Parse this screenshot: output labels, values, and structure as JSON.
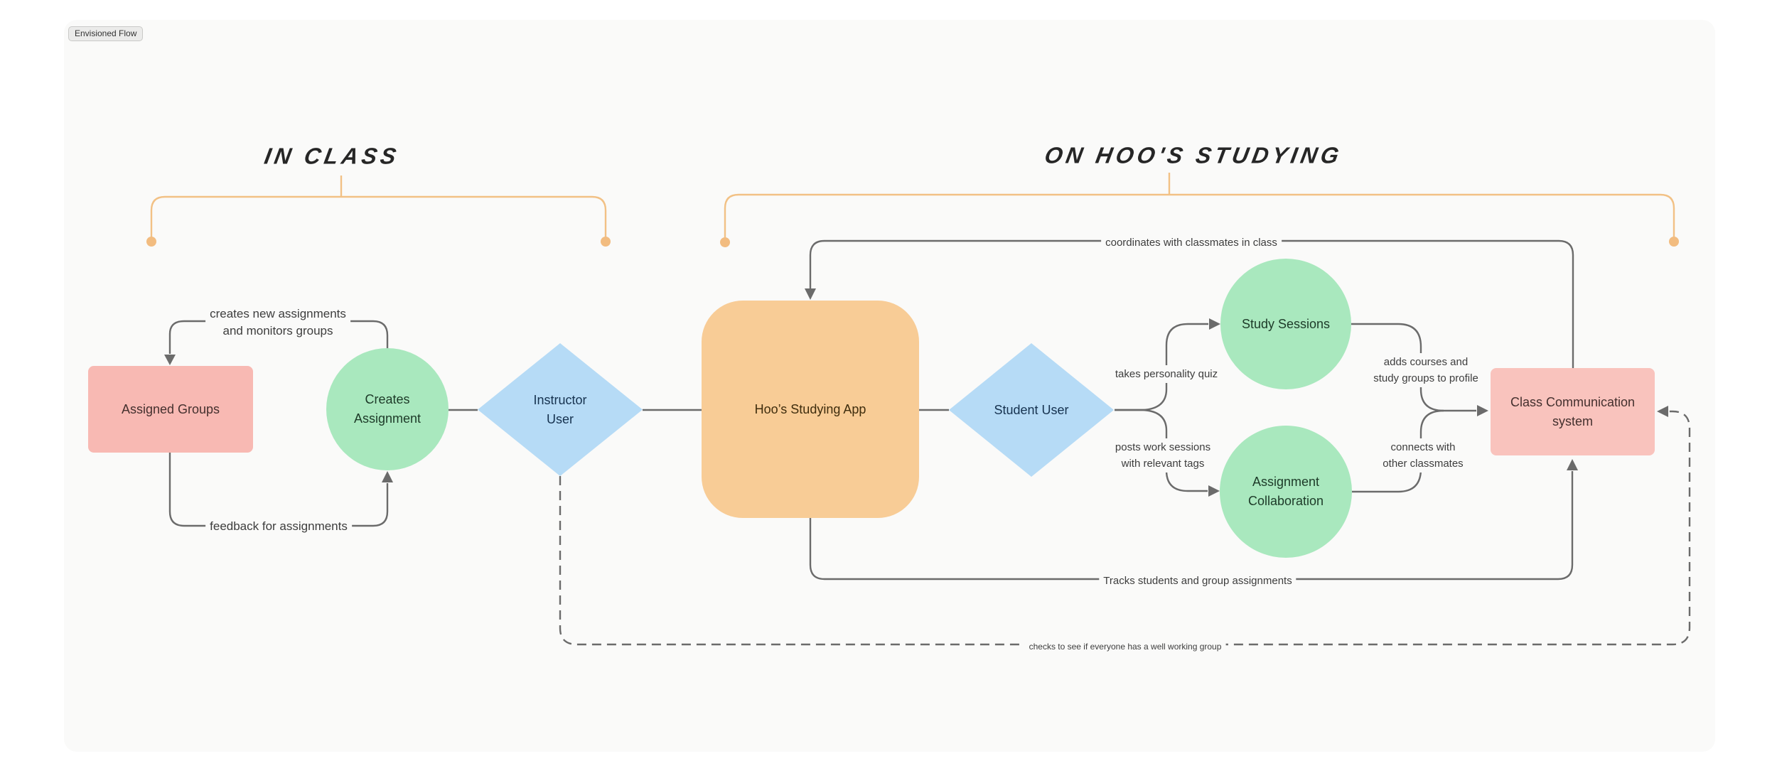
{
  "badge": {
    "label": "Envisioned Flow"
  },
  "sections": {
    "in_class": {
      "title": "IN CLASS"
    },
    "on_hoos": {
      "title": "ON HOO'S STUDYING"
    }
  },
  "nodes": {
    "assigned_groups": {
      "label": "Assigned Groups",
      "shape": "rectangle",
      "color": "#F8B9B3"
    },
    "creates_assignment": {
      "label": "Creates\nAssignment",
      "shape": "circle",
      "color": "#A9E8BE"
    },
    "instructor_user": {
      "label": "Instructor\nUser",
      "shape": "diamond",
      "color": "#B6DBF6"
    },
    "app": {
      "label": "Hoo’s Studying App",
      "shape": "rounded-square",
      "color": "#F8CC96"
    },
    "student_user": {
      "label": "Student User",
      "shape": "diamond",
      "color": "#B6DBF6"
    },
    "study_sessions": {
      "label": "Study Sessions",
      "shape": "circle",
      "color": "#A9E8BE"
    },
    "assignment_collaboration": {
      "label": "Assignment\nCollaboration",
      "shape": "circle",
      "color": "#A9E8BE"
    },
    "class_communication": {
      "label": "Class Communication\nsystem",
      "shape": "rectangle",
      "color": "#F9C3BD"
    }
  },
  "edge_labels": {
    "creates_new": "creates new assignments\nand monitors groups",
    "feedback": "feedback for assignments",
    "coordinates": "coordinates with classmates in class",
    "takes_quiz": "takes personality quiz",
    "posts_sessions": "posts work sessions\nwith relevant tags",
    "adds_courses": "adds courses and\nstudy groups to profile",
    "connects": "connects with\nother classmates",
    "tracks": "Tracks students and group assignments",
    "checks": "checks to see if everyone has a well working group"
  },
  "colors": {
    "canvas": "#FAFAF9",
    "connector": "#6b6b6b",
    "bracket": "#F2C185",
    "pink": "#F8B9B3",
    "green": "#A9E8BE",
    "blue": "#B6DBF6",
    "orange": "#F8CC96"
  }
}
